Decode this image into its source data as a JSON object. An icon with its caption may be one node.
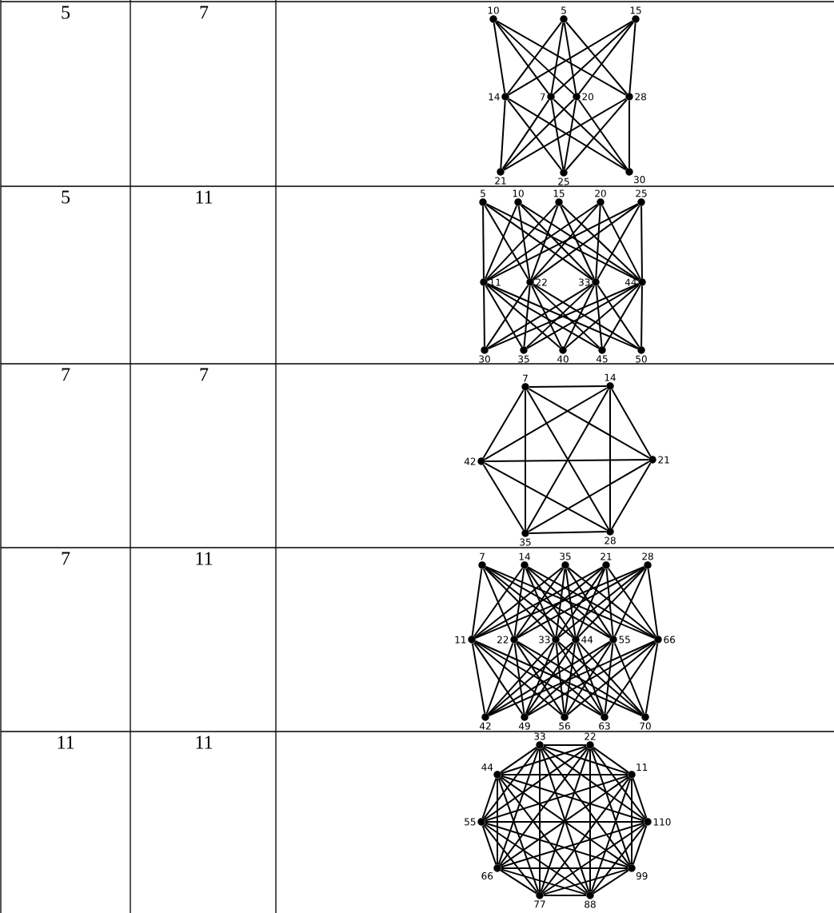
{
  "diagram": {
    "nodes": [
      {
        "text": [
          "10"
        ]
      },
      {
        "text": [
          "5"
        ]
      },
      {
        "text": [
          "15"
        ]
      },
      {
        "text": [
          "14"
        ]
      },
      {
        "text": [
          "7"
        ]
      },
      {
        "text": [
          "20"
        ]
      },
      {
        "text": [
          "28"
        ]
      },
      {
        "text": [
          "21"
        ]
      },
      {
        "text": [
          "25"
        ]
      },
      {
        "text": [
          "30"
        ]
      },
      {
        "text": [
          "5"
        ]
      },
      {
        "text": [
          "10"
        ]
      },
      {
        "text": [
          "15"
        ]
      },
      {
        "text": [
          "20"
        ]
      },
      {
        "text": [
          "25"
        ]
      },
      {
        "text": [
          "11"
        ]
      },
      {
        "text": [
          "22"
        ]
      },
      {
        "text": [
          "33"
        ]
      },
      {
        "text": [
          "44"
        ]
      },
      {
        "text": [
          "30"
        ]
      },
      {
        "text": [
          "35"
        ]
      },
      {
        "text": [
          "40"
        ]
      },
      {
        "text": [
          "45"
        ]
      },
      {
        "text": [
          "50"
        ]
      },
      {
        "text": [
          "7"
        ]
      },
      {
        "text": [
          "14"
        ]
      },
      {
        "text": [
          "21"
        ]
      },
      {
        "text": [
          "28"
        ]
      },
      {
        "text": [
          "35"
        ]
      },
      {
        "text": [
          "42"
        ]
      },
      {
        "text": [
          "7"
        ]
      },
      {
        "text": [
          "14"
        ]
      },
      {
        "text": [
          "35"
        ]
      },
      {
        "text": [
          "21"
        ]
      },
      {
        "text": [
          "28"
        ]
      },
      {
        "text": [
          "11"
        ]
      },
      {
        "text": [
          "22"
        ]
      },
      {
        "text": [
          "33"
        ]
      },
      {
        "text": [
          "44"
        ]
      },
      {
        "text": [
          "55"
        ]
      },
      {
        "text": [
          "66"
        ]
      },
      {
        "text": [
          "42"
        ]
      },
      {
        "text": [
          "49"
        ]
      },
      {
        "text": [
          "56"
        ]
      },
      {
        "text": [
          "63"
        ]
      },
      {
        "text": [
          "70"
        ]
      },
      {
        "text": [
          "33"
        ]
      },
      {
        "text": [
          "22"
        ]
      },
      {
        "text": [
          "44"
        ]
      },
      {
        "text": [
          "11"
        ]
      },
      {
        "text": [
          "55"
        ]
      },
      {
        "text": [
          "110"
        ]
      },
      {
        "text": [
          "66"
        ]
      },
      {
        "text": [
          "99"
        ]
      },
      {
        "text": [
          "77"
        ]
      },
      {
        "text": [
          "88"
        ]
      }
    ],
    "edges": [
      {
        "from": 0,
        "to": 3,
        "arrow": "none"
      },
      {
        "from": 0,
        "to": 4,
        "arrow": "none"
      },
      {
        "from": 0,
        "to": 6,
        "arrow": "none"
      },
      {
        "from": 1,
        "to": 3,
        "arrow": "none"
      },
      {
        "from": 1,
        "to": 4,
        "arrow": "none"
      },
      {
        "from": 1,
        "to": 6,
        "arrow": "none"
      },
      {
        "from": 2,
        "to": 3,
        "arrow": "none"
      },
      {
        "from": 2,
        "to": 4,
        "arrow": "none"
      },
      {
        "from": 2,
        "to": 6,
        "arrow": "none"
      },
      {
        "from": 7,
        "to": 6,
        "arrow": "none"
      },
      {
        "from": 0,
        "to": 5,
        "arrow": "none"
      },
      {
        "from": 1,
        "to": 5,
        "arrow": "none"
      },
      {
        "from": 2,
        "to": 5,
        "arrow": "none"
      },
      {
        "from": 7,
        "to": 3,
        "arrow": "none"
      },
      {
        "from": 7,
        "to": 4,
        "arrow": "none"
      },
      {
        "from": 7,
        "to": 5,
        "arrow": "none"
      },
      {
        "from": 8,
        "to": 3,
        "arrow": "none"
      },
      {
        "from": 8,
        "to": 4,
        "arrow": "none"
      },
      {
        "from": 8,
        "to": 5,
        "arrow": "none"
      },
      {
        "from": 8,
        "to": 6,
        "arrow": "none"
      },
      {
        "from": 9,
        "to": 3,
        "arrow": "none"
      },
      {
        "from": 9,
        "to": 4,
        "arrow": "none"
      },
      {
        "from": 9,
        "to": 5,
        "arrow": "none"
      },
      {
        "from": 9,
        "to": 6,
        "arrow": "none"
      },
      {
        "from": 10,
        "to": 15,
        "arrow": "none"
      },
      {
        "from": 10,
        "to": 16,
        "arrow": "none"
      },
      {
        "from": 10,
        "to": 17,
        "arrow": "none"
      },
      {
        "from": 10,
        "to": 18,
        "arrow": "none"
      },
      {
        "from": 11,
        "to": 15,
        "arrow": "none"
      },
      {
        "from": 11,
        "to": 16,
        "arrow": "none"
      },
      {
        "from": 11,
        "to": 17,
        "arrow": "none"
      },
      {
        "from": 11,
        "to": 18,
        "arrow": "none"
      },
      {
        "from": 12,
        "to": 15,
        "arrow": "none"
      },
      {
        "from": 12,
        "to": 16,
        "arrow": "none"
      },
      {
        "from": 12,
        "to": 17,
        "arrow": "none"
      },
      {
        "from": 12,
        "to": 18,
        "arrow": "none"
      },
      {
        "from": 13,
        "to": 15,
        "arrow": "none"
      },
      {
        "from": 13,
        "to": 16,
        "arrow": "none"
      },
      {
        "from": 13,
        "to": 17,
        "arrow": "none"
      },
      {
        "from": 13,
        "to": 18,
        "arrow": "none"
      },
      {
        "from": 14,
        "to": 15,
        "arrow": "none"
      },
      {
        "from": 14,
        "to": 16,
        "arrow": "none"
      },
      {
        "from": 14,
        "to": 17,
        "arrow": "none"
      },
      {
        "from": 14,
        "to": 18,
        "arrow": "none"
      },
      {
        "from": 19,
        "to": 15,
        "arrow": "none"
      },
      {
        "from": 19,
        "to": 16,
        "arrow": "none"
      },
      {
        "from": 19,
        "to": 17,
        "arrow": "none"
      },
      {
        "from": 19,
        "to": 18,
        "arrow": "none"
      },
      {
        "from": 20,
        "to": 15,
        "arrow": "none"
      },
      {
        "from": 20,
        "to": 16,
        "arrow": "none"
      },
      {
        "from": 20,
        "to": 17,
        "arrow": "none"
      },
      {
        "from": 20,
        "to": 18,
        "arrow": "none"
      },
      {
        "from": 21,
        "to": 15,
        "arrow": "none"
      },
      {
        "from": 21,
        "to": 16,
        "arrow": "none"
      },
      {
        "from": 21,
        "to": 17,
        "arrow": "none"
      },
      {
        "from": 21,
        "to": 18,
        "arrow": "none"
      },
      {
        "from": 22,
        "to": 15,
        "arrow": "none"
      },
      {
        "from": 22,
        "to": 16,
        "arrow": "none"
      },
      {
        "from": 22,
        "to": 17,
        "arrow": "none"
      },
      {
        "from": 22,
        "to": 18,
        "arrow": "none"
      },
      {
        "from": 23,
        "to": 15,
        "arrow": "none"
      },
      {
        "from": 23,
        "to": 16,
        "arrow": "none"
      },
      {
        "from": 23,
        "to": 17,
        "arrow": "none"
      },
      {
        "from": 23,
        "to": 18,
        "arrow": "none"
      },
      {
        "from": 24,
        "to": 25,
        "arrow": "none"
      },
      {
        "from": 24,
        "to": 26,
        "arrow": "none"
      },
      {
        "from": 24,
        "to": 27,
        "arrow": "none"
      },
      {
        "from": 24,
        "to": 28,
        "arrow": "none"
      },
      {
        "from": 24,
        "to": 29,
        "arrow": "none"
      },
      {
        "from": 25,
        "to": 26,
        "arrow": "none"
      },
      {
        "from": 25,
        "to": 27,
        "arrow": "none"
      },
      {
        "from": 25,
        "to": 28,
        "arrow": "none"
      },
      {
        "from": 25,
        "to": 29,
        "arrow": "none"
      },
      {
        "from": 26,
        "to": 27,
        "arrow": "none"
      },
      {
        "from": 26,
        "to": 28,
        "arrow": "none"
      },
      {
        "from": 26,
        "to": 29,
        "arrow": "none"
      },
      {
        "from": 27,
        "to": 28,
        "arrow": "none"
      },
      {
        "from": 27,
        "to": 29,
        "arrow": "none"
      },
      {
        "from": 28,
        "to": 29,
        "arrow": "none"
      },
      {
        "from": 30,
        "to": 35,
        "arrow": "none"
      },
      {
        "from": 30,
        "to": 36,
        "arrow": "none"
      },
      {
        "from": 30,
        "to": 37,
        "arrow": "none"
      },
      {
        "from": 30,
        "to": 38,
        "arrow": "none"
      },
      {
        "from": 30,
        "to": 39,
        "arrow": "none"
      },
      {
        "from": 30,
        "to": 40,
        "arrow": "none"
      },
      {
        "from": 31,
        "to": 35,
        "arrow": "none"
      },
      {
        "from": 31,
        "to": 36,
        "arrow": "none"
      },
      {
        "from": 31,
        "to": 37,
        "arrow": "none"
      },
      {
        "from": 31,
        "to": 38,
        "arrow": "none"
      },
      {
        "from": 31,
        "to": 39,
        "arrow": "none"
      },
      {
        "from": 31,
        "to": 40,
        "arrow": "none"
      },
      {
        "from": 32,
        "to": 35,
        "arrow": "none"
      },
      {
        "from": 32,
        "to": 36,
        "arrow": "none"
      },
      {
        "from": 32,
        "to": 37,
        "arrow": "none"
      },
      {
        "from": 32,
        "to": 38,
        "arrow": "none"
      },
      {
        "from": 32,
        "to": 39,
        "arrow": "none"
      },
      {
        "from": 32,
        "to": 40,
        "arrow": "none"
      },
      {
        "from": 33,
        "to": 35,
        "arrow": "none"
      },
      {
        "from": 33,
        "to": 36,
        "arrow": "none"
      },
      {
        "from": 33,
        "to": 37,
        "arrow": "none"
      },
      {
        "from": 33,
        "to": 38,
        "arrow": "none"
      },
      {
        "from": 33,
        "to": 39,
        "arrow": "none"
      },
      {
        "from": 33,
        "to": 40,
        "arrow": "none"
      },
      {
        "from": 34,
        "to": 35,
        "arrow": "none"
      },
      {
        "from": 34,
        "to": 36,
        "arrow": "none"
      },
      {
        "from": 34,
        "to": 37,
        "arrow": "none"
      },
      {
        "from": 34,
        "to": 38,
        "arrow": "none"
      },
      {
        "from": 34,
        "to": 39,
        "arrow": "none"
      },
      {
        "from": 34,
        "to": 40,
        "arrow": "none"
      },
      {
        "from": 41,
        "to": 35,
        "arrow": "none"
      },
      {
        "from": 41,
        "to": 36,
        "arrow": "none"
      },
      {
        "from": 41,
        "to": 37,
        "arrow": "none"
      },
      {
        "from": 41,
        "to": 38,
        "arrow": "none"
      },
      {
        "from": 41,
        "to": 39,
        "arrow": "none"
      },
      {
        "from": 41,
        "to": 40,
        "arrow": "none"
      },
      {
        "from": 42,
        "to": 35,
        "arrow": "none"
      },
      {
        "from": 42,
        "to": 36,
        "arrow": "none"
      },
      {
        "from": 42,
        "to": 37,
        "arrow": "none"
      },
      {
        "from": 42,
        "to": 38,
        "arrow": "none"
      },
      {
        "from": 42,
        "to": 39,
        "arrow": "none"
      },
      {
        "from": 42,
        "to": 40,
        "arrow": "none"
      },
      {
        "from": 43,
        "to": 35,
        "arrow": "none"
      },
      {
        "from": 43,
        "to": 36,
        "arrow": "none"
      },
      {
        "from": 43,
        "to": 37,
        "arrow": "none"
      },
      {
        "from": 43,
        "to": 38,
        "arrow": "none"
      },
      {
        "from": 43,
        "to": 39,
        "arrow": "none"
      },
      {
        "from": 43,
        "to": 40,
        "arrow": "none"
      },
      {
        "from": 44,
        "to": 35,
        "arrow": "none"
      },
      {
        "from": 44,
        "to": 36,
        "arrow": "none"
      },
      {
        "from": 44,
        "to": 37,
        "arrow": "none"
      },
      {
        "from": 44,
        "to": 38,
        "arrow": "none"
      },
      {
        "from": 44,
        "to": 39,
        "arrow": "none"
      },
      {
        "from": 44,
        "to": 40,
        "arrow": "none"
      },
      {
        "from": 45,
        "to": 35,
        "arrow": "none"
      },
      {
        "from": 45,
        "to": 36,
        "arrow": "none"
      },
      {
        "from": 45,
        "to": 37,
        "arrow": "none"
      },
      {
        "from": 45,
        "to": 38,
        "arrow": "none"
      },
      {
        "from": 45,
        "to": 39,
        "arrow": "none"
      },
      {
        "from": 45,
        "to": 40,
        "arrow": "none"
      },
      {
        "from": 46,
        "to": 47,
        "arrow": "none"
      },
      {
        "from": 46,
        "to": 48,
        "arrow": "none"
      },
      {
        "from": 46,
        "to": 49,
        "arrow": "none"
      },
      {
        "from": 46,
        "to": 50,
        "arrow": "none"
      },
      {
        "from": 46,
        "to": 51,
        "arrow": "none"
      },
      {
        "from": 46,
        "to": 52,
        "arrow": "none"
      },
      {
        "from": 46,
        "to": 53,
        "arrow": "none"
      },
      {
        "from": 46,
        "to": 54,
        "arrow": "none"
      },
      {
        "from": 46,
        "to": 55,
        "arrow": "none"
      },
      {
        "from": 47,
        "to": 48,
        "arrow": "none"
      },
      {
        "from": 47,
        "to": 49,
        "arrow": "none"
      },
      {
        "from": 47,
        "to": 50,
        "arrow": "none"
      },
      {
        "from": 47,
        "to": 51,
        "arrow": "none"
      },
      {
        "from": 47,
        "to": 52,
        "arrow": "none"
      },
      {
        "from": 47,
        "to": 53,
        "arrow": "none"
      },
      {
        "from": 47,
        "to": 54,
        "arrow": "none"
      },
      {
        "from": 47,
        "to": 55,
        "arrow": "none"
      },
      {
        "from": 48,
        "to": 49,
        "arrow": "none"
      },
      {
        "from": 48,
        "to": 50,
        "arrow": "none"
      },
      {
        "from": 48,
        "to": 51,
        "arrow": "none"
      },
      {
        "from": 48,
        "to": 52,
        "arrow": "none"
      },
      {
        "from": 48,
        "to": 53,
        "arrow": "none"
      },
      {
        "from": 48,
        "to": 54,
        "arrow": "none"
      },
      {
        "from": 48,
        "to": 55,
        "arrow": "none"
      },
      {
        "from": 49,
        "to": 50,
        "arrow": "none"
      },
      {
        "from": 49,
        "to": 51,
        "arrow": "none"
      },
      {
        "from": 49,
        "to": 52,
        "arrow": "none"
      },
      {
        "from": 49,
        "to": 53,
        "arrow": "none"
      },
      {
        "from": 49,
        "to": 54,
        "arrow": "none"
      },
      {
        "from": 49,
        "to": 55,
        "arrow": "none"
      },
      {
        "from": 50,
        "to": 51,
        "arrow": "none"
      },
      {
        "from": 50,
        "to": 52,
        "arrow": "none"
      },
      {
        "from": 50,
        "to": 53,
        "arrow": "none"
      },
      {
        "from": 50,
        "to": 54,
        "arrow": "none"
      },
      {
        "from": 50,
        "to": 55,
        "arrow": "none"
      },
      {
        "from": 51,
        "to": 52,
        "arrow": "none"
      },
      {
        "from": 51,
        "to": 53,
        "arrow": "none"
      },
      {
        "from": 51,
        "to": 54,
        "arrow": "none"
      },
      {
        "from": 51,
        "to": 55,
        "arrow": "none"
      },
      {
        "from": 52,
        "to": 53,
        "arrow": "none"
      },
      {
        "from": 52,
        "to": 54,
        "arrow": "none"
      },
      {
        "from": 52,
        "to": 55,
        "arrow": "none"
      },
      {
        "from": 53,
        "to": 54,
        "arrow": "none"
      },
      {
        "from": 53,
        "to": 55,
        "arrow": "none"
      },
      {
        "from": 54,
        "to": 55,
        "arrow": "none"
      }
    ],
    "labels": [
      "5",
      "7",
      "5",
      "11",
      "7",
      "7",
      "7",
      "11",
      "11",
      "11"
    ]
  }
}
